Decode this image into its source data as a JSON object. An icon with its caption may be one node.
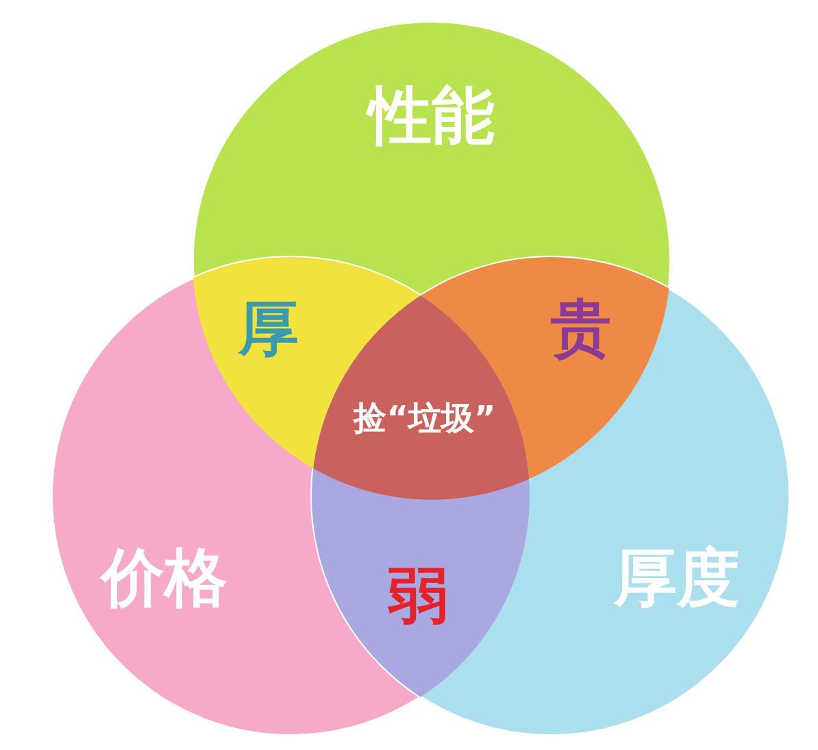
{
  "diagram": {
    "nodes": [
      {
        "text": [
          "性能"
        ]
      },
      {
        "text": [
          "价格"
        ]
      },
      {
        "text": [
          "厚度"
        ]
      }
    ],
    "labels": [
      "厚",
      "贵",
      "捡“垃圾”",
      "弱"
    ]
  }
}
